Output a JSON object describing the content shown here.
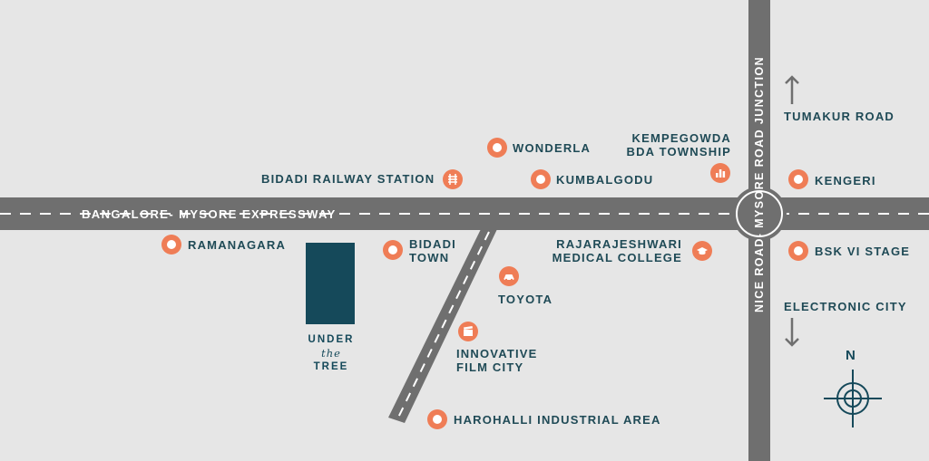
{
  "roads": {
    "expressway": "BANGALORE- MYSORE EXPRESSWAY",
    "nice_road": "NICE ROAD- MYSORE ROAD JUNCTION"
  },
  "directions": {
    "north": "TUMAKUR ROAD",
    "south": "ELECTRONIC CITY"
  },
  "places": {
    "wonderla": "WONDERLA",
    "kempegowda": "KEMPEGOWDA",
    "bda_township": "BDA TOWNSHIP",
    "bidadi_railway": "BIDADI RAILWAY STATION",
    "kumbalgodu": "KUMBALGODU",
    "kengeri": "KENGERI",
    "ramanagara": "RAMANAGARA",
    "bidadi": "BIDADI",
    "town": "TOWN",
    "rajarajeshwari": "RAJARAJESHWARI",
    "medical_college": "MEDICAL COLLEGE",
    "bsk": "BSK VI STAGE",
    "toyota": "TOYOTA",
    "innovative": "INNOVATIVE",
    "film_city": "FILM CITY",
    "harohalli": "HAROHALLI INDUSTRIAL AREA"
  },
  "logo": {
    "line1": "UNDER",
    "line2": "the",
    "line3": "TREE"
  },
  "compass": {
    "label": "N"
  },
  "icons": {
    "railway": "railway-track-icon",
    "township": "bar-chart-icon",
    "medical": "graduation-cap-icon",
    "toyota": "car-icon",
    "film": "film-clapper-icon",
    "compass": "compass-crosshair-icon",
    "up": "arrow-up-icon",
    "down": "arrow-down-icon"
  },
  "colors": {
    "background": "#e6e6e6",
    "road": "#6f6f6f",
    "accent": "#ef7d56",
    "text": "#1f4a56",
    "logo": "#15495a"
  }
}
